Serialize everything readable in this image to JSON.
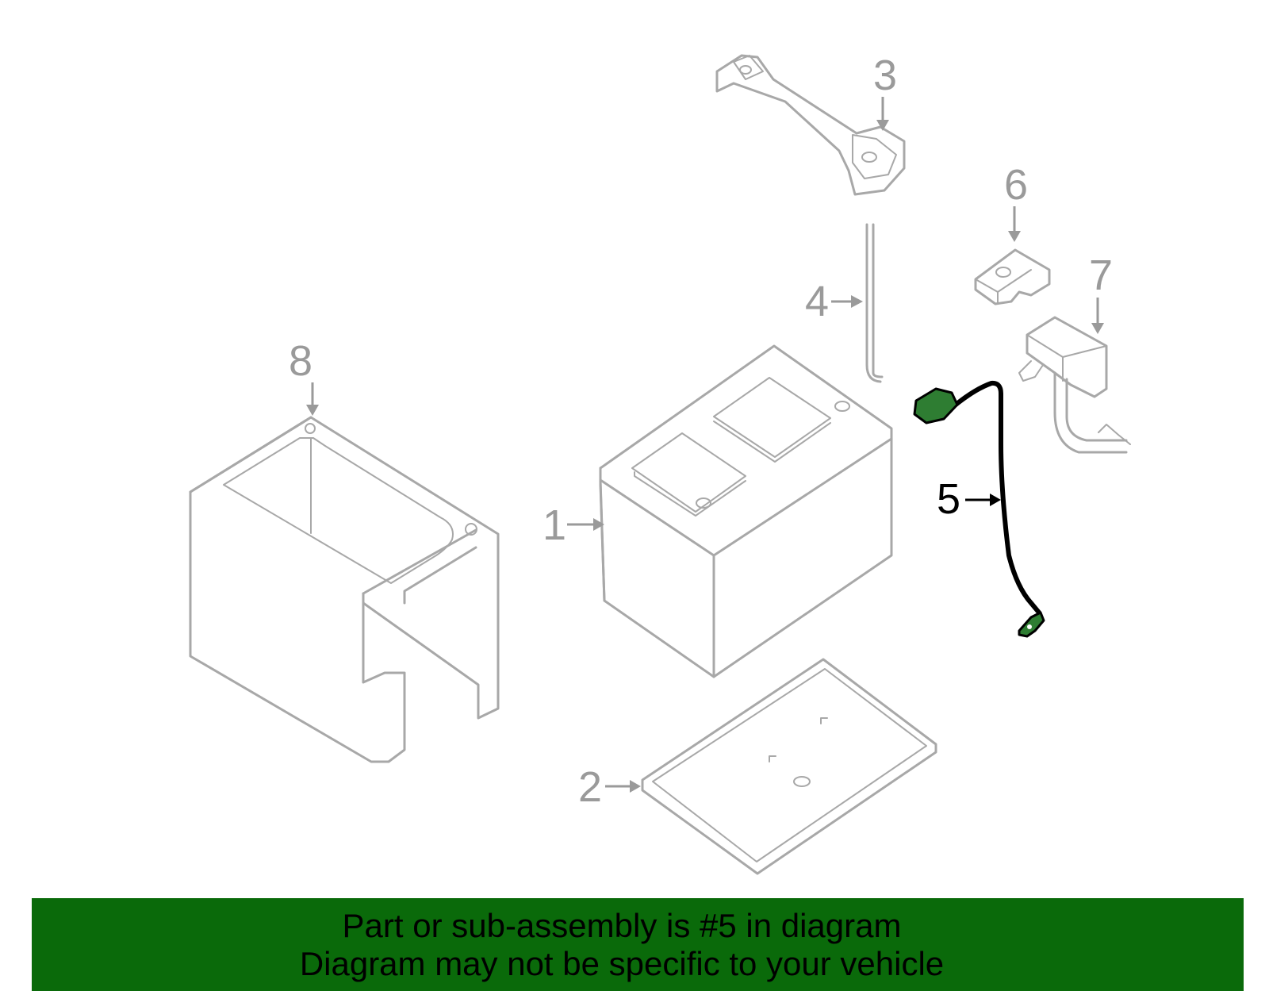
{
  "colors": {
    "banner": "#0a6a0a",
    "highlight_part": "#2e7d32",
    "highlight_stroke": "#000000",
    "part_stroke": "#a8a8a8",
    "callout_text": "#9a9a9a"
  },
  "diagram": {
    "highlighted_part": "5",
    "callouts": [
      {
        "number": "1",
        "part": "battery"
      },
      {
        "number": "2",
        "part": "battery-tray"
      },
      {
        "number": "3",
        "part": "hold-down-bracket"
      },
      {
        "number": "4",
        "part": "hold-down-rod"
      },
      {
        "number": "5",
        "part": "ground-cable"
      },
      {
        "number": "6",
        "part": "terminal-cover"
      },
      {
        "number": "7",
        "part": "positive-terminal-clamp"
      },
      {
        "number": "8",
        "part": "battery-cover"
      }
    ]
  },
  "footer": {
    "line1": "Part or sub-assembly is #5 in diagram",
    "line2": "Diagram may not be specific to your vehicle"
  }
}
